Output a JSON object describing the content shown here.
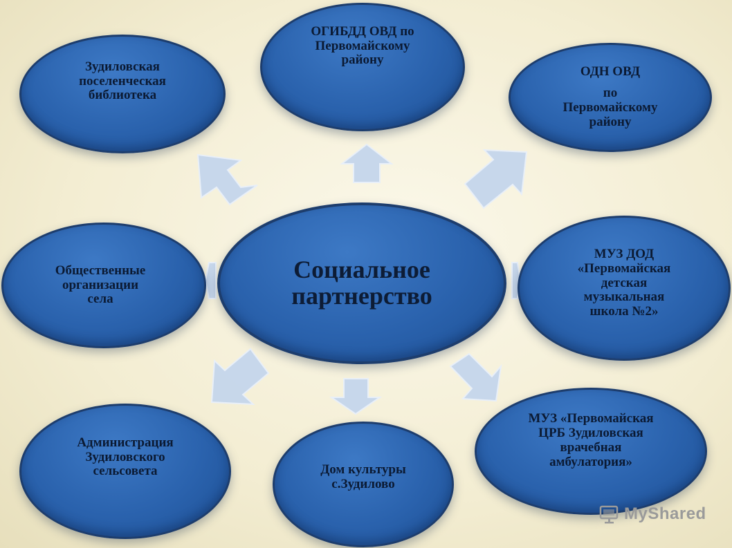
{
  "center": {
    "line1": "Социальное",
    "line2": "партнерство"
  },
  "nodes": {
    "library": {
      "line1": "Зудиловская",
      "line2": "поселенческая",
      "line3": "библиотека"
    },
    "ogibdd": {
      "line1": "ОГИБДД ОВД по",
      "line2": "Первомайскому",
      "line3": "району"
    },
    "odn": {
      "line1": "ОДН ОВД",
      "line2": "по",
      "line3": "Первомайскому",
      "line4": "району"
    },
    "public_orgs": {
      "line1": "Общественные",
      "line2": "организации",
      "line3": "села"
    },
    "music_school": {
      "line1": "МУЗ ДОД",
      "line2": "«Первомайская",
      "line3": "детская",
      "line4": "музыкальная",
      "line5": "школа №2»"
    },
    "administration": {
      "line1": "Администрация",
      "line2": "Зудиловского",
      "line3": "сельсовета"
    },
    "culture_house": {
      "line1": "Дом культуры",
      "line2": "с.Зудилово"
    },
    "hospital": {
      "line1": "МУЗ «Первомайская",
      "line2": "ЦРБ Зудиловская",
      "line3": "врачебная",
      "line4": "амбулатория»"
    }
  },
  "watermark": {
    "text": "MyShared",
    "icon": "myshared-logo-icon"
  }
}
